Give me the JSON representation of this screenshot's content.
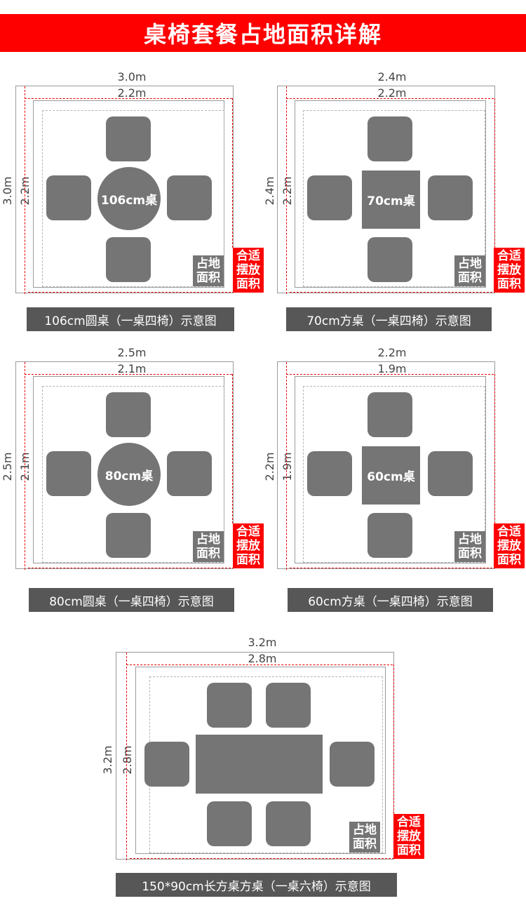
{
  "title": "桌椅套餐占地面积详解",
  "tags": {
    "area": [
      "占地",
      "面积"
    ],
    "fit": [
      "合适",
      "摆放",
      "面积"
    ]
  },
  "diagrams": [
    {
      "outer": "3.0m",
      "inner": "2.2m",
      "table_label": "106cm桌",
      "caption": "106cm圆桌（一桌四椅）示意图"
    },
    {
      "outer": "2.4m",
      "inner": "2.2m",
      "table_label": "70cm桌",
      "caption": "70cm方桌（一桌四椅）示意图"
    },
    {
      "outer": "2.5m",
      "inner": "2.1m",
      "table_label": "80cm桌",
      "caption": "80cm圆桌（一桌四椅）示意图"
    },
    {
      "outer": "2.2m",
      "inner": "1.9m",
      "table_label": "60cm桌",
      "caption": "60cm方桌（一桌四椅）示意图"
    },
    {
      "outer": "3.2m",
      "inner": "2.8m",
      "table_label": "",
      "caption": "150*90cm长方桌方桌（一桌六椅）示意图"
    }
  ],
  "colors": {
    "banner": "#ff0000",
    "furniture": "#757575",
    "caption_bg": "#575757",
    "fit_tag": "#ff0000"
  }
}
